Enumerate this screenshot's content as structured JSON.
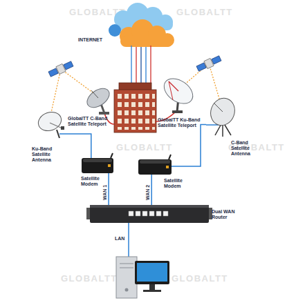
{
  "diagram": {
    "nodes": [
      {
        "text": [
          "INTERNET"
        ]
      },
      {
        "text": [
          "GlobalTT C-Band Satellite Teleport"
        ]
      },
      {
        "text": [
          "GlobalTT Ku-Band Satellite Teleport"
        ]
      },
      {
        "text": [
          "Ku-Band Satellite Antenna"
        ]
      },
      {
        "text": [
          "C-Band Satellite Antenna"
        ]
      },
      {
        "text": [
          "Satellite Modem"
        ]
      },
      {
        "text": [
          "Satellite Modem"
        ]
      },
      {
        "text": [
          "Dual WAN Router"
        ]
      }
    ],
    "edges": [
      {
        "from": 3,
        "to": 5,
        "arrow": "none"
      },
      {
        "from": 4,
        "to": 6,
        "arrow": "none"
      },
      {
        "from": 5,
        "to": 7,
        "label": "WAN 1",
        "arrow": "none"
      },
      {
        "from": 6,
        "to": 7,
        "label": "WAN 2",
        "arrow": "none"
      }
    ],
    "labels": [
      "GLOBALTT",
      "GLOBALTT",
      "GLOBALTT",
      "GLOBALTT",
      "LAN",
      "GLOBALTT",
      "GLOBALTT"
    ]
  }
}
